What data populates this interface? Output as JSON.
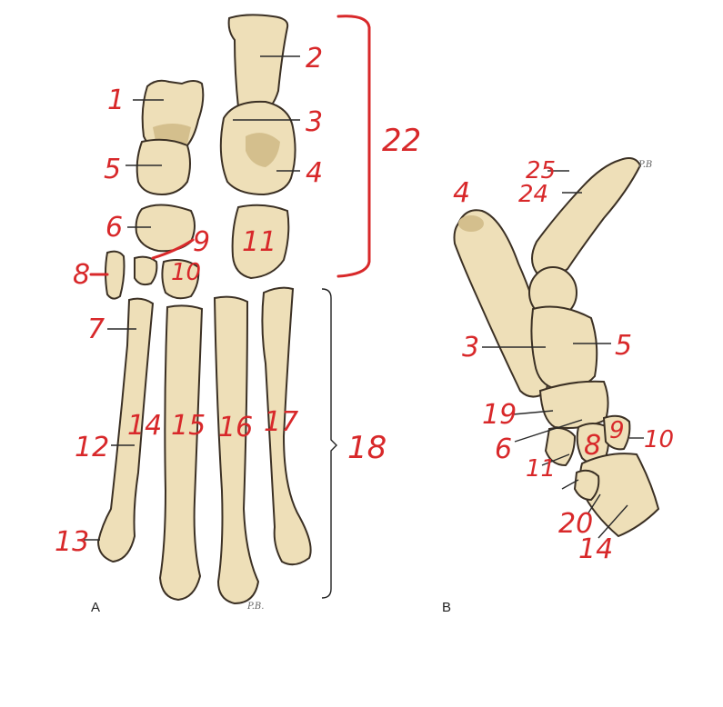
{
  "panels": {
    "a": "A",
    "b": "B"
  },
  "signatures": {
    "a": "P.B.",
    "b": "P.B"
  },
  "colors": {
    "label": "#d8282a",
    "bone_fill": "#eedfb8",
    "bone_outline": "#3b3024",
    "leader": "#2a2a2a"
  },
  "labels_a": {
    "l1": "1",
    "l2": "2",
    "l3": "3",
    "l4": "4",
    "l5": "5",
    "l6": "6",
    "l7": "7",
    "l8": "8",
    "l9": "9",
    "l10": "10",
    "l11": "11",
    "l12": "12",
    "l13": "13",
    "l14": "14",
    "l15": "15",
    "l16": "16",
    "l17": "17",
    "l18": "18",
    "l22": "22"
  },
  "labels_b": {
    "l25": "25",
    "l24": "24",
    "l4": "4",
    "l3": "3",
    "l5": "5",
    "l19": "19",
    "l6": "6",
    "l8": "8",
    "l9": "9",
    "l10": "10",
    "l11": "11",
    "l20": "20",
    "l14": "14"
  }
}
